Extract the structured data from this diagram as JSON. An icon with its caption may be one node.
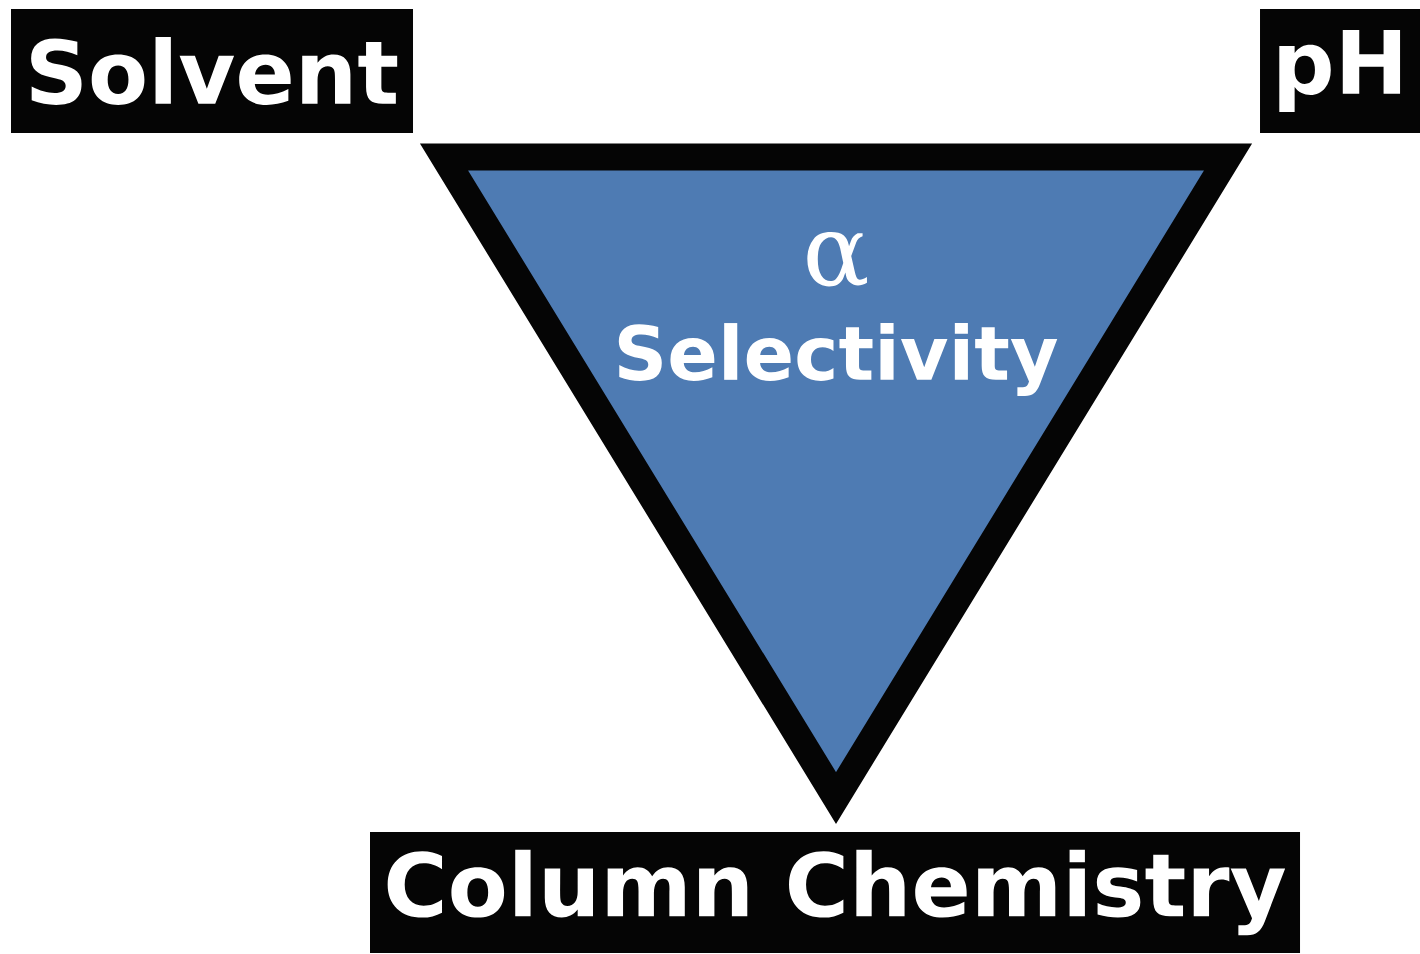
{
  "diagram": {
    "nodes": [
      {
        "text": [
          "Solvent"
        ]
      },
      {
        "text": [
          "pH"
        ]
      },
      {
        "text": [
          "α",
          "Selectivity"
        ]
      },
      {
        "text": [
          "Column Chemistry"
        ]
      }
    ]
  }
}
